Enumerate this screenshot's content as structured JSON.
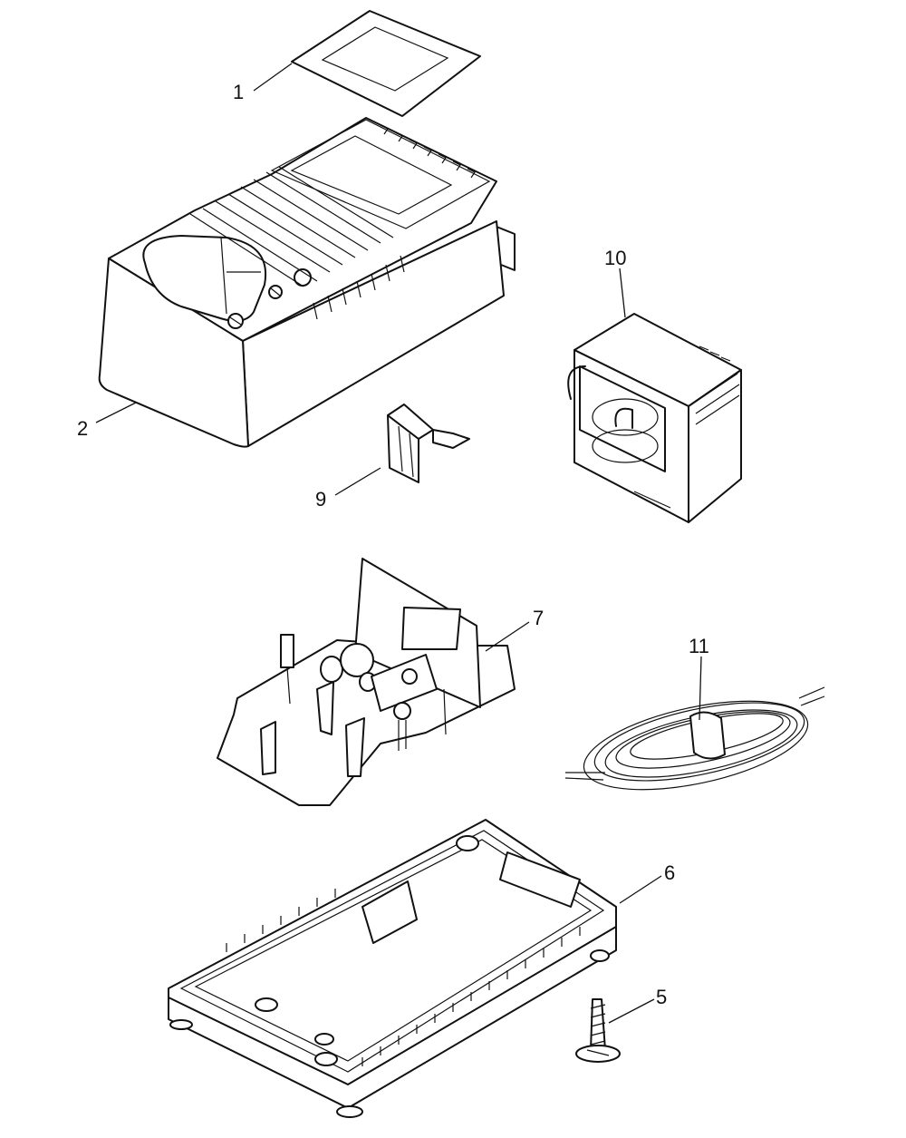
{
  "diagram": {
    "callouts": [
      {
        "id": "1",
        "label": "1"
      },
      {
        "id": "2",
        "label": "2"
      },
      {
        "id": "5",
        "label": "5"
      },
      {
        "id": "6",
        "label": "6"
      },
      {
        "id": "7",
        "label": "7"
      },
      {
        "id": "9",
        "label": "9"
      },
      {
        "id": "10",
        "label": "10"
      },
      {
        "id": "11",
        "label": "11"
      }
    ]
  }
}
